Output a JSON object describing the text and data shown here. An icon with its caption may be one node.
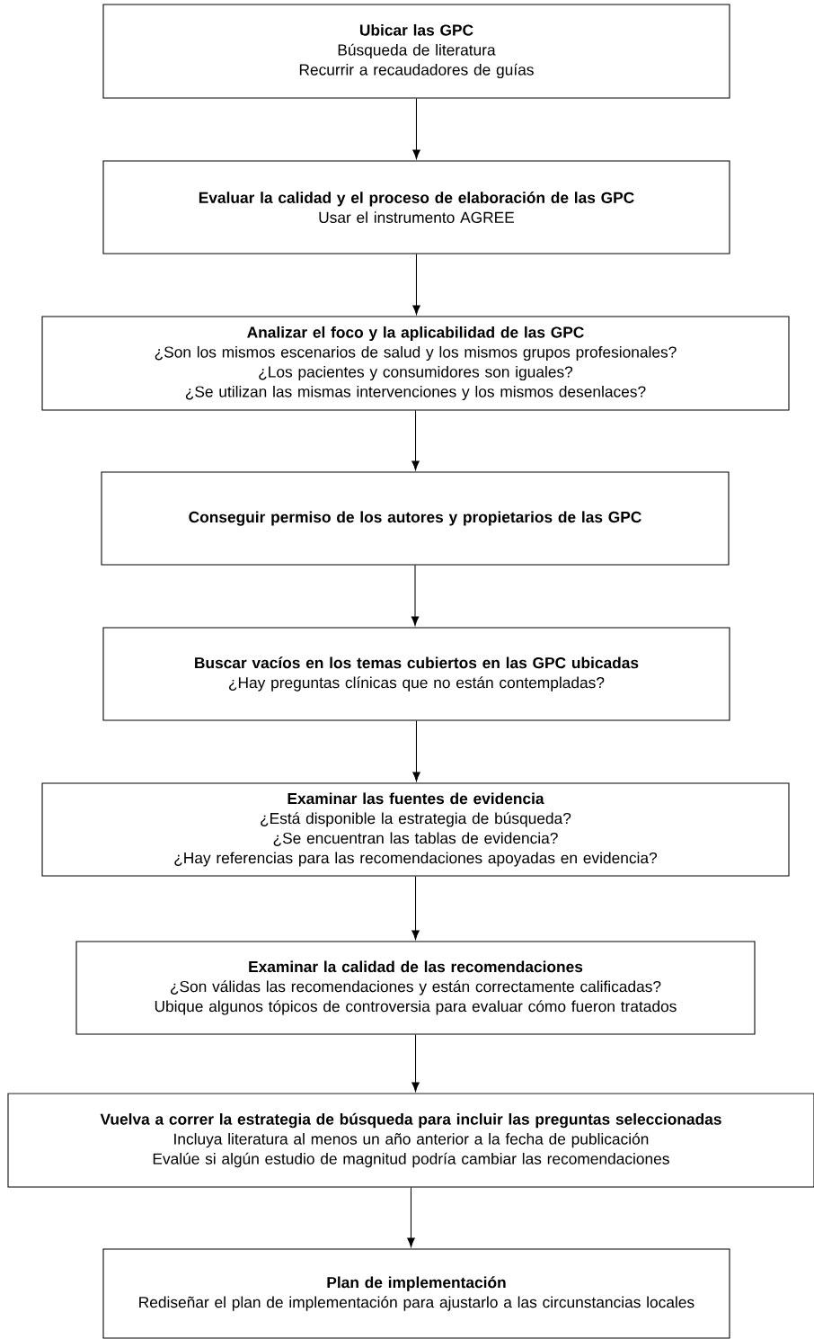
{
  "diagram": {
    "nodes": [
      {
        "text": [
          "Ubicar las GPC",
          "Búsqueda de literatura",
          "Recurrir a recaudadores de guías"
        ]
      },
      {
        "text": [
          "Evaluar la calidad y el proceso de elaboración de las GPC",
          "Usar el instrumento AGREE"
        ]
      },
      {
        "text": [
          "Analizar el foco y la aplicabilidad de las GPC",
          "¿Son los mismos escenarios de salud y los mismos grupos profesionales?",
          "¿Los pacientes y consumidores son iguales?",
          "¿Se utilizan las mismas intervenciones y los mismos desenlaces?"
        ]
      },
      {
        "text": [
          "Conseguir permiso de los autores y propietarios de las GPC"
        ]
      },
      {
        "text": [
          "Buscar vacíos en los temas cubiertos en las GPC ubicadas",
          "¿Hay preguntas clínicas que no están contempladas?"
        ]
      },
      {
        "text": [
          "Examinar las fuentes de evidencia",
          "¿Está disponible la estrategia de búsqueda?",
          "¿Se encuentran las tablas de evidencia?",
          "¿Hay referencias para las recomendaciones apoyadas en evidencia?"
        ]
      },
      {
        "text": [
          "Examinar la calidad de las recomendaciones",
          "¿Son válidas las recomendaciones y están correctamente calificadas?",
          "Ubique algunos tópicos de controversia para evaluar cómo fueron tratados"
        ]
      },
      {
        "text": [
          "Vuelva a correr la estrategia de búsqueda para incluir las preguntas seleccionadas",
          "Incluya literatura al menos un año anterior a la fecha de publicación",
          "Evalúe si algún estudio de magnitud podría cambiar las recomendaciones"
        ]
      },
      {
        "text": [
          "Plan de implementación",
          "Rediseñar el plan de implementación para ajustarlo a las circunstancias locales"
        ]
      }
    ],
    "edges": [
      {
        "from": 0,
        "to": 1,
        "arrow": "to"
      },
      {
        "from": 1,
        "to": 2,
        "arrow": "to"
      },
      {
        "from": 2,
        "to": 3,
        "arrow": "to"
      },
      {
        "from": 3,
        "to": 4,
        "arrow": "to"
      },
      {
        "from": 4,
        "to": 5,
        "arrow": "to"
      },
      {
        "from": 5,
        "to": 6,
        "arrow": "to"
      },
      {
        "from": 6,
        "to": 7,
        "arrow": "to"
      },
      {
        "from": 7,
        "to": 8,
        "arrow": "to"
      }
    ]
  }
}
